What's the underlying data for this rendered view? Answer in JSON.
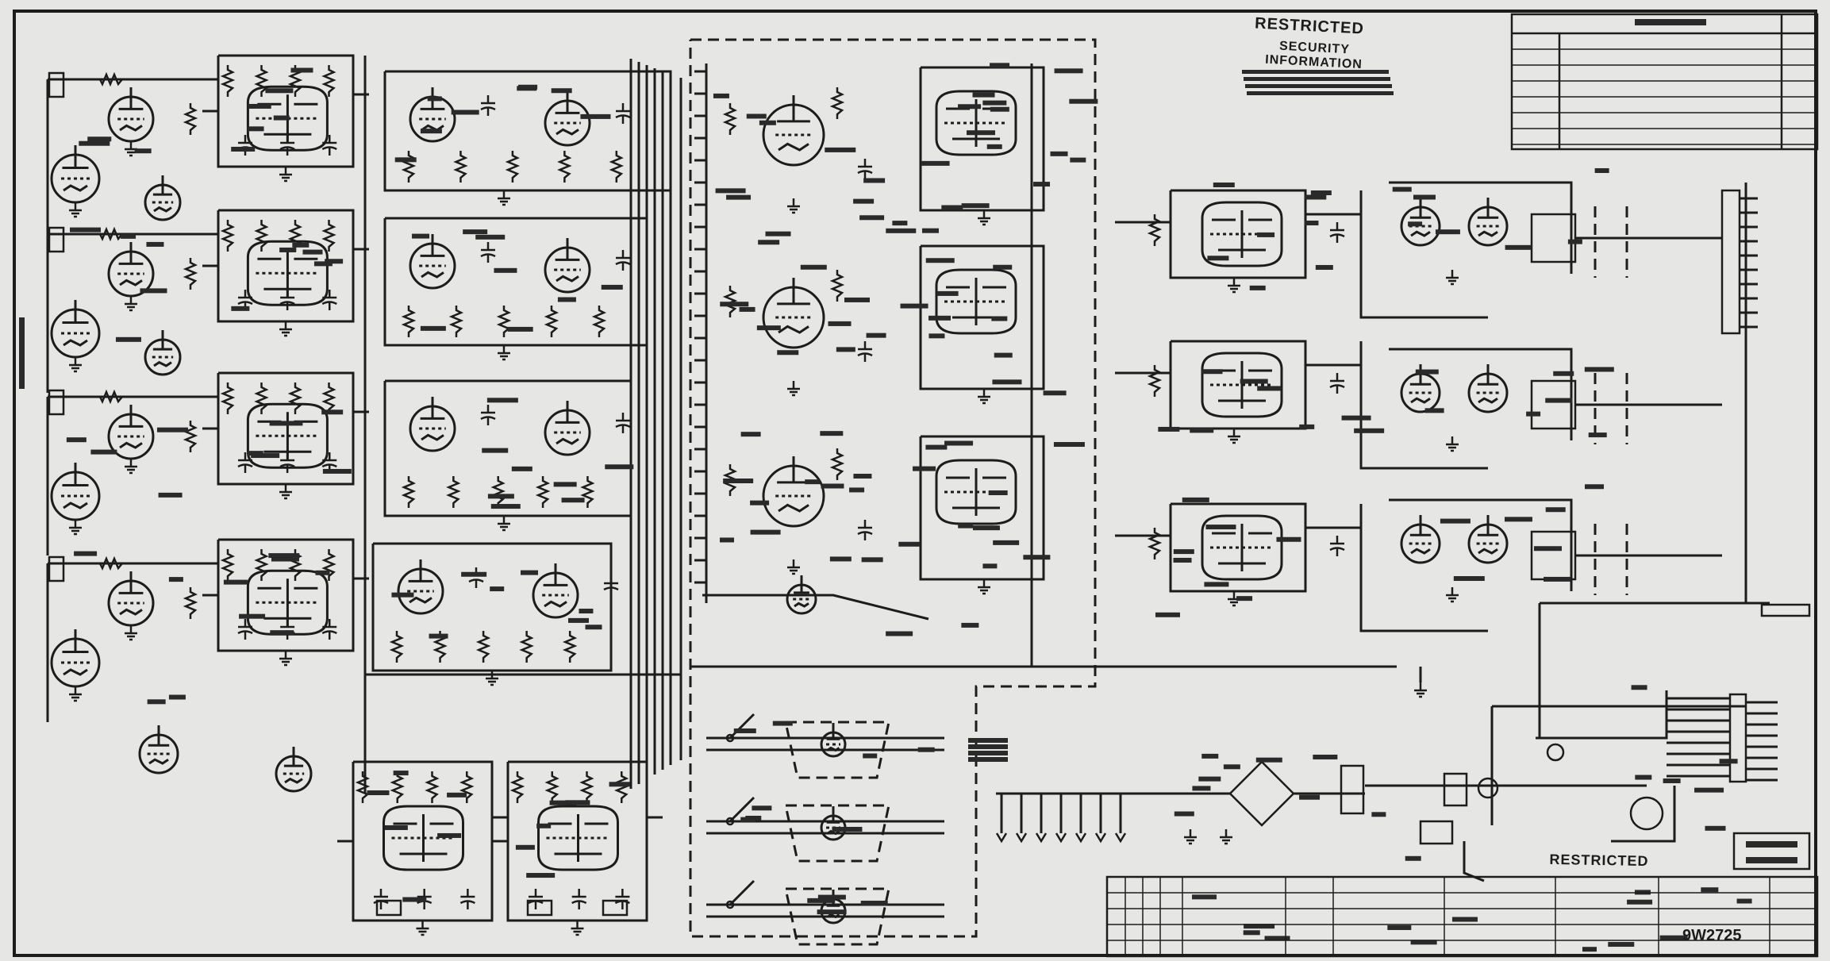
{
  "stamps": {
    "top_line1": "RESTRICTED",
    "top_line2": "SECURITY INFORMATION",
    "bottom": "RESTRICTED"
  },
  "title_block": {
    "sheet_number": "9W2725"
  },
  "colors": {
    "paper": "#e6e6e4",
    "ink": "#1c1c1c",
    "border": "#1a1a1a"
  }
}
